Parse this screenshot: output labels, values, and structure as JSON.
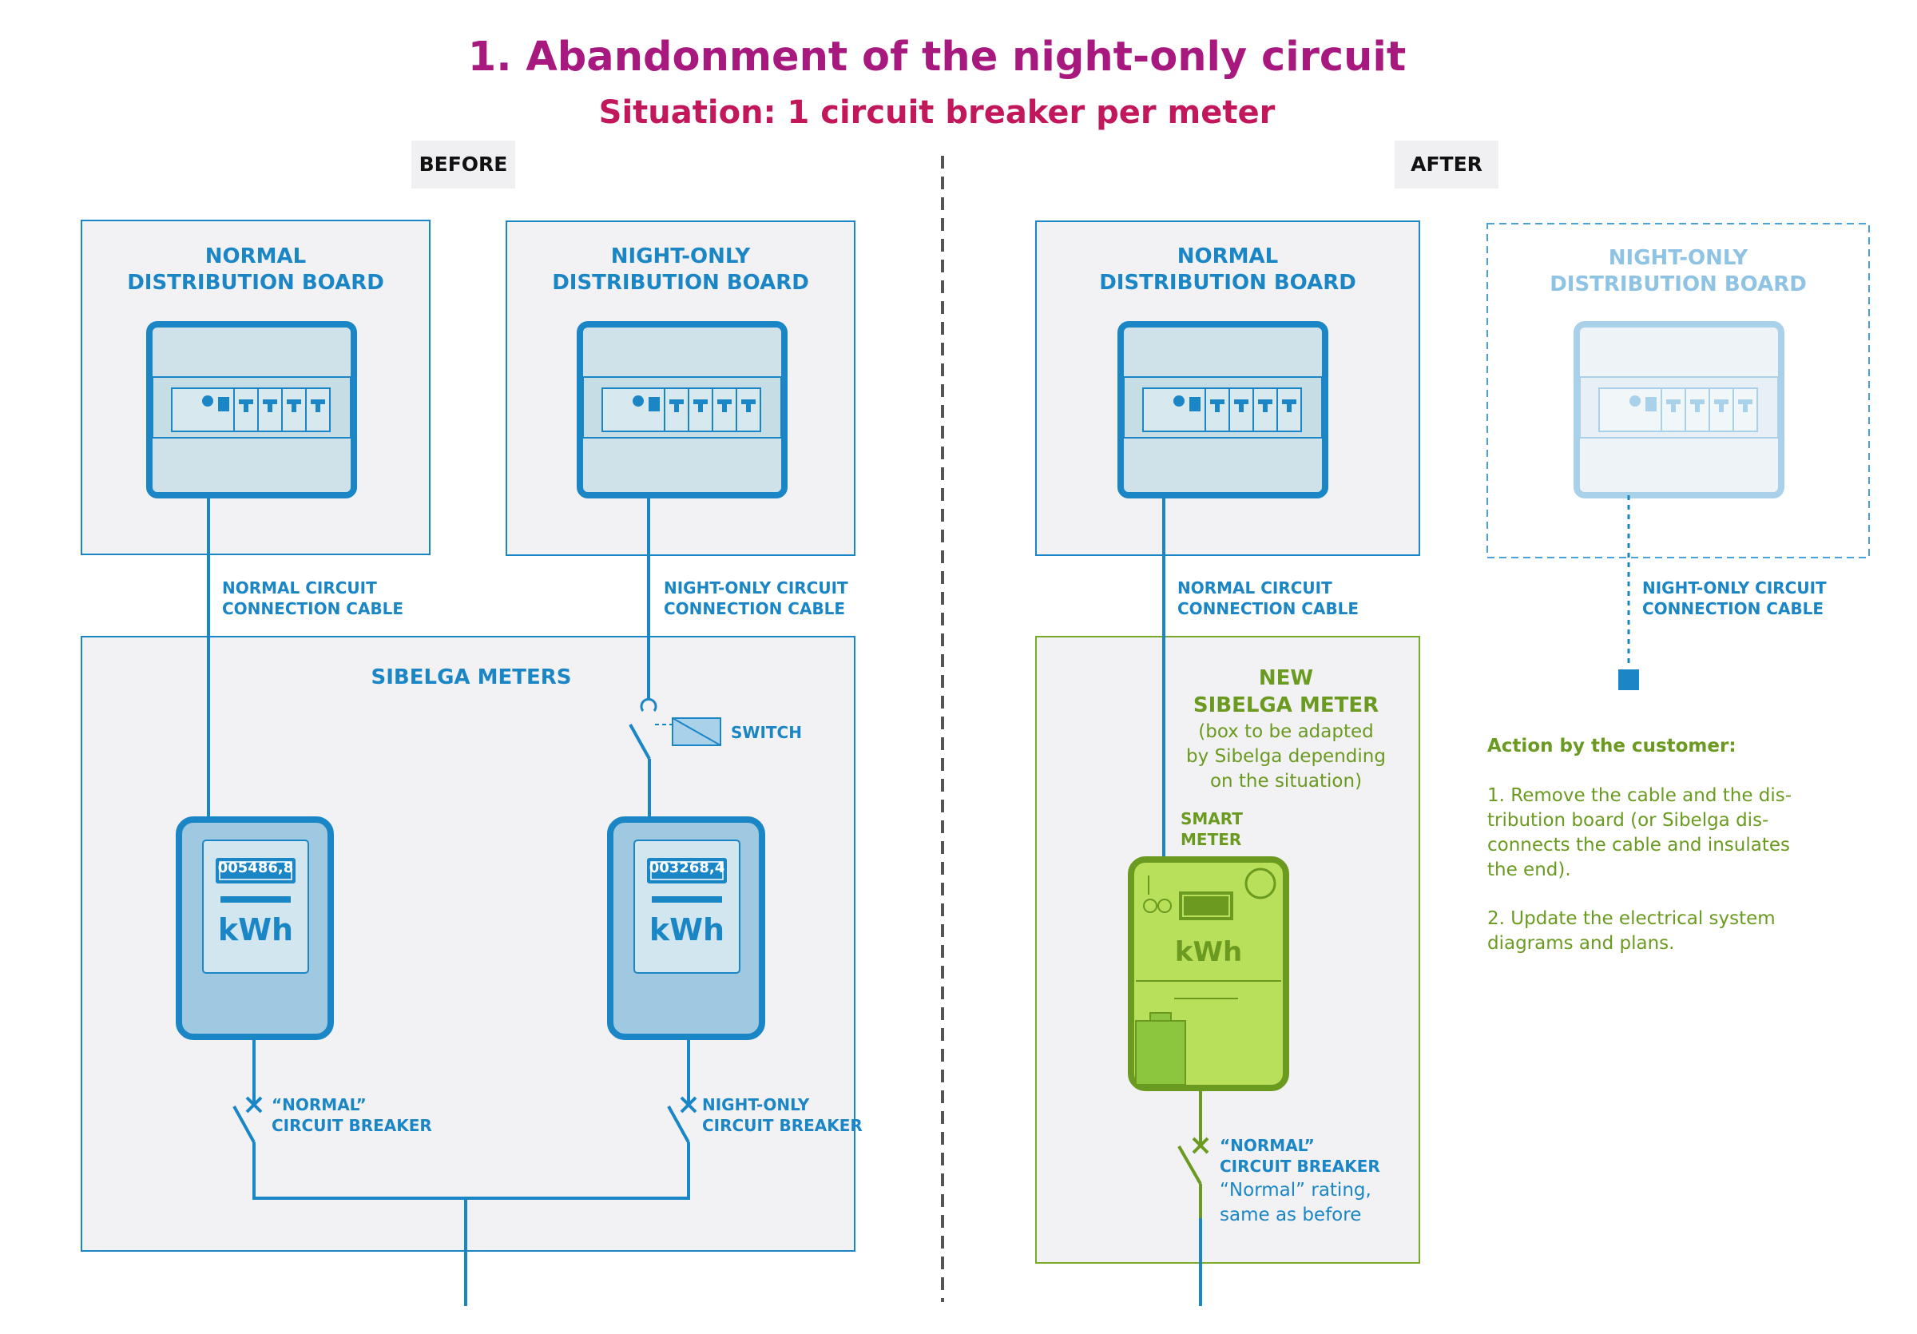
{
  "title": "1. Abandonment of the night-only circuit",
  "subtitle": "Situation: 1 circuit breaker per meter",
  "before": {
    "tag": "BEFORE",
    "normal_board": {
      "line1": "NORMAL",
      "line2": "DISTRIBUTION BOARD"
    },
    "night_board": {
      "line1": "NIGHT-ONLY",
      "line2": "DISTRIBUTION BOARD"
    },
    "normal_cable": {
      "line1": "NORMAL CIRCUIT",
      "line2": "CONNECTION CABLE"
    },
    "night_cable": {
      "line1": "NIGHT-ONLY CIRCUIT",
      "line2": "CONNECTION CABLE"
    },
    "meters_label": "SIBELGA METERS",
    "switch_label": "SWITCH",
    "meter1": {
      "reading": "005486,8",
      "unit": "kWh"
    },
    "meter2": {
      "reading": "003268,4",
      "unit": "kWh"
    },
    "breaker1": {
      "line1": "“NORMAL”",
      "line2": "CIRCUIT BREAKER"
    },
    "breaker2": {
      "line1": "NIGHT-ONLY",
      "line2": "CIRCUIT BREAKER"
    }
  },
  "after": {
    "tag": "AFTER",
    "normal_board": {
      "line1": "NORMAL",
      "line2": "DISTRIBUTION BOARD"
    },
    "night_board": {
      "line1": "NIGHT-ONLY",
      "line2": "DISTRIBUTION BOARD"
    },
    "normal_cable": {
      "line1": "NORMAL CIRCUIT",
      "line2": "CONNECTION CABLE"
    },
    "night_cable": {
      "line1": "NIGHT-ONLY CIRCUIT",
      "line2": "CONNECTION CABLE"
    },
    "new_meter": {
      "line1": "NEW",
      "line2": "SIBELGA METER",
      "note1": "(box to be adapted",
      "note2": "by Sibelga depending",
      "note3": "on the situation)"
    },
    "smart_meter": {
      "line1": "SMART",
      "line2": "METER",
      "unit": "kWh"
    },
    "breaker": {
      "line1": "“NORMAL”",
      "line2": "CIRCUIT BREAKER",
      "note1": "“Normal” rating,",
      "note2": "same as before"
    },
    "action": {
      "heading": "Action by the customer:",
      "step1": [
        "1. Remove the cable and the dis-",
        "tribution board (or Sibelga dis-",
        "connects the cable and insulates",
        "the end)."
      ],
      "step2": [
        "2. Update the electrical system",
        "diagrams and plans."
      ]
    }
  },
  "colors": {
    "blue": "#1b86c6",
    "light_blue_fill": "#9ec9e0",
    "faded_blue": "#a9d1ea",
    "green": "#6a9a1f",
    "light_green": "#b8e05a",
    "title_purple": "#a8197f",
    "subtitle_red": "#c2185b",
    "panel_bg": "#f2f1f4"
  }
}
